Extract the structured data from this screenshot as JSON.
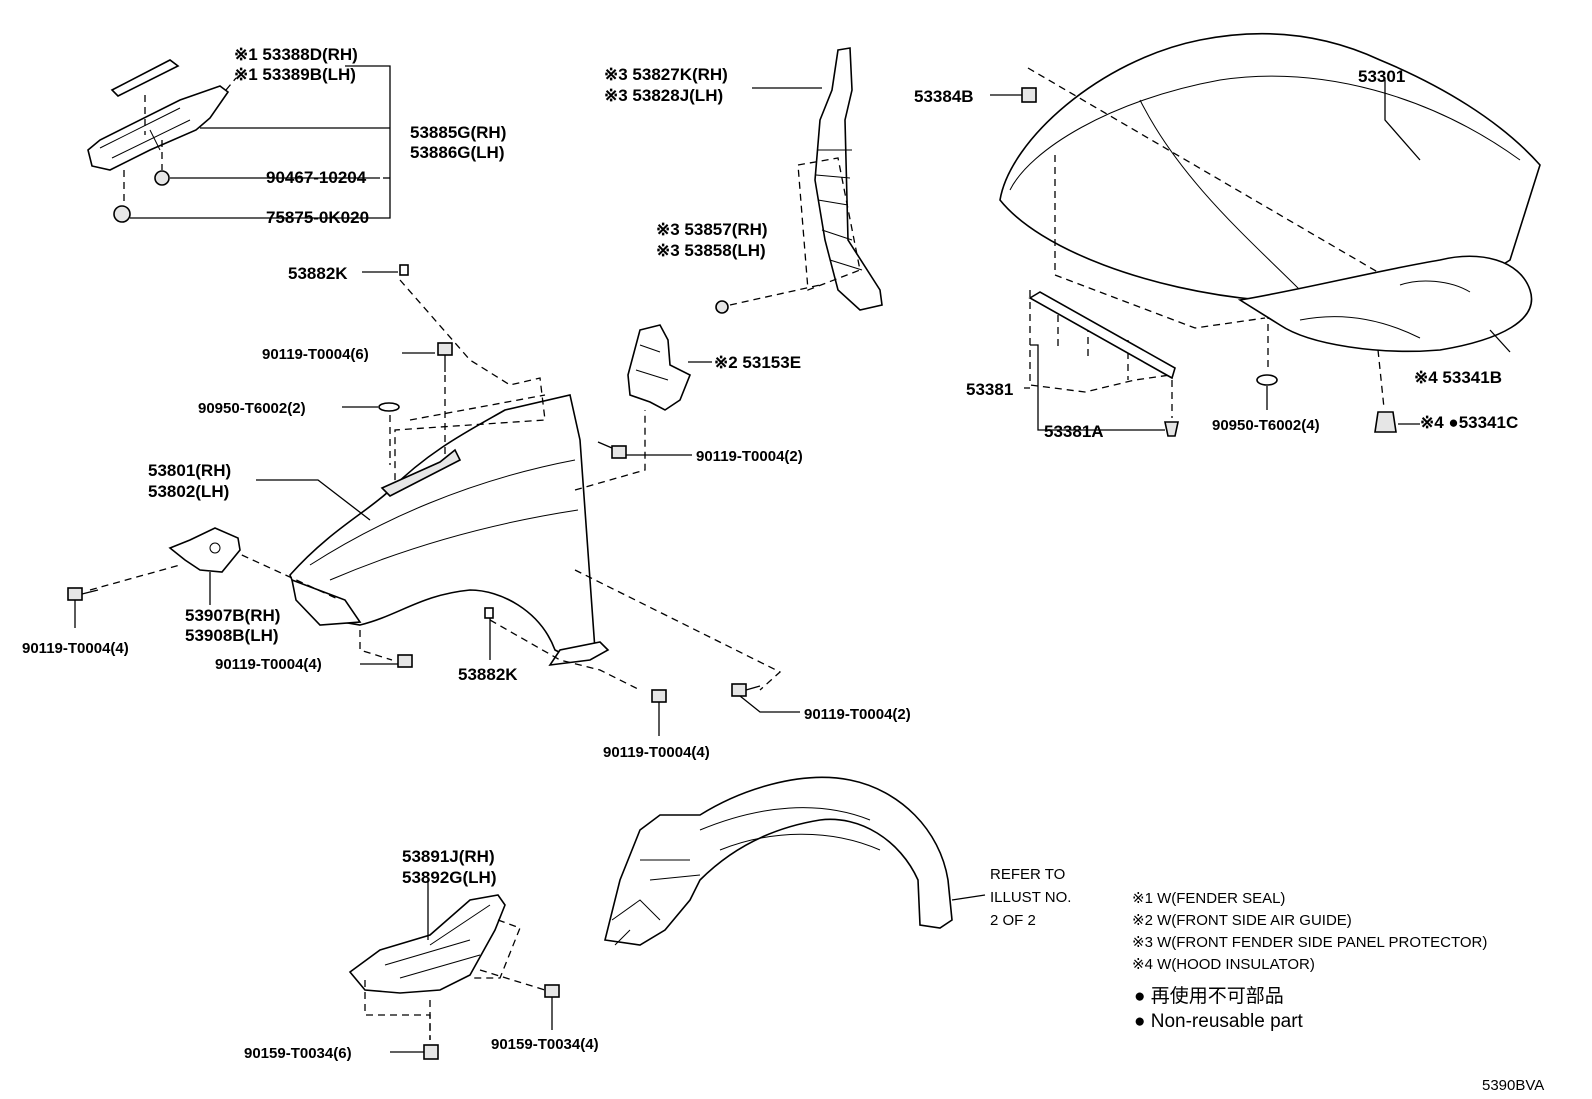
{
  "labels": {
    "p53388D": "※1 53388D(RH)",
    "p53389B": "※1 53389B(LH)",
    "p53885G": "53885G(RH)",
    "p53886G": "53886G(LH)",
    "p90467": "90467-10204",
    "p75875": "75875-0K020",
    "p53882K_top": "53882K",
    "p90119_6": "90119-T0004(6)",
    "p90950_2": "90950-T6002(2)",
    "p53801": "53801(RH)",
    "p53802": "53802(LH)",
    "p53907B": "53907B(RH)",
    "p53908B": "53908B(LH)",
    "p90119_4_left": "90119-T0004(4)",
    "p90119_4_mid": "90119-T0004(4)",
    "p53882K_bot": "53882K",
    "p90119_4_bot": "90119-T0004(4)",
    "p90119_2_right": "90119-T0004(2)",
    "p90119_2_upper": "90119-T0004(2)",
    "p53827K": "※3 53827K(RH)",
    "p53828J": "※3 53828J(LH)",
    "p53857": "※3 53857(RH)",
    "p53858": "※3 53858(LH)",
    "p53153E": "※2 53153E",
    "p53384B": "53384B",
    "p53301": "53301",
    "p53381": "53381",
    "p53381A": "53381A",
    "p90950_4": "90950-T6002(4)",
    "p53341B": "※4 53341B",
    "p53341C": "※4 ●53341C",
    "p53891J": "53891J(RH)",
    "p53892G": "53892G(LH)",
    "p90159_6": "90159-T0034(6)",
    "p90159_4": "90159-T0034(4)"
  },
  "refer": [
    "REFER TO",
    "ILLUST NO.",
    "2 OF 2"
  ],
  "notes": [
    "※1 W(FENDER SEAL)",
    "※2 W(FRONT SIDE AIR GUIDE)",
    "※3 W(FRONT FENDER SIDE PANEL PROTECTOR)",
    "※4 W(HOOD INSULATOR)"
  ],
  "legend": {
    "jp": "● 再使用不可部品",
    "en": "● Non-reusable part"
  },
  "code": "5390BVA"
}
